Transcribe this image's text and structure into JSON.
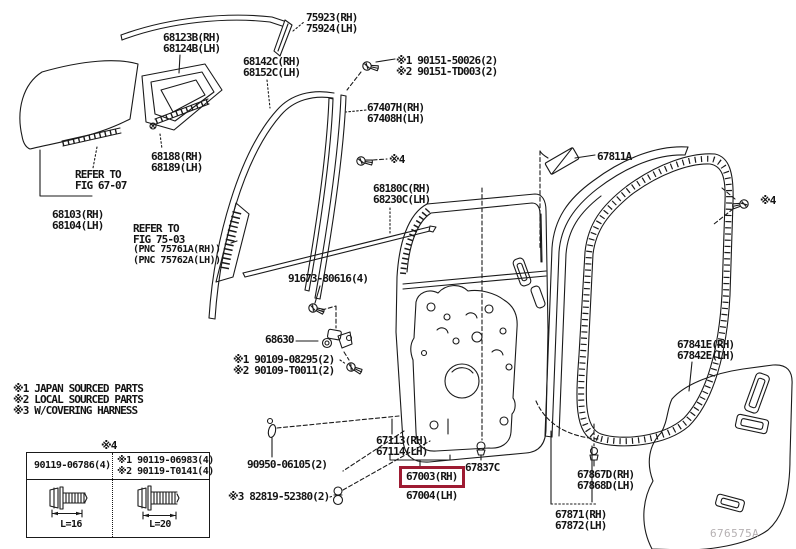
{
  "colors": {
    "line": "#1a1a1a",
    "highlight_box": "#9e1b32",
    "watermark_text": "#b5b0b2",
    "background": "#ffffff"
  },
  "notes": {
    "legend": [
      "※1 JAPAN SOURCED PARTS",
      "※2 LOCAL SOURCED PARTS",
      "※3 W/COVERING HARNESS"
    ],
    "watermark": "676575A"
  },
  "callouts": {
    "roof_side_moulding": {
      "lines": [
        "75923(RH)",
        "75924(LH)"
      ]
    },
    "quarter_frame_moulding": {
      "lines": [
        "68123B(RH)",
        "68124B(LH)"
      ]
    },
    "glass_run": {
      "lines": [
        "68142C(RH)",
        "68152C(LH)"
      ]
    },
    "screws_90151": {
      "lines": [
        "※1 90151-50026(2)",
        "※2 90151-TD003(2)"
      ]
    },
    "guide_channel": {
      "lines": [
        "67407H(RH)",
        "67408H(LH)"
      ]
    },
    "cushion": {
      "lines": [
        "67811A"
      ]
    },
    "star4_upper": {
      "lines": [
        "※4"
      ]
    },
    "star4_right": {
      "lines": [
        "※4"
      ]
    },
    "belt_moulding": {
      "lines": [
        "68180C(RH)",
        "68230C(LH)"
      ]
    },
    "refer_fig_6707": {
      "lines": [
        "REFER TO",
        "FIG 67-07"
      ]
    },
    "quarter_glass": {
      "lines": [
        "68188(RH)",
        "68189(LH)"
      ]
    },
    "door_glass": {
      "lines": [
        "68103(RH)",
        "68104(LH)"
      ]
    },
    "refer_fig_7503": {
      "lines": [
        "REFER TO",
        "FIG 75-03",
        "(PNC 75761A(RH))",
        "(PNC 75762A(LH))"
      ]
    },
    "bolt_91673": {
      "lines": [
        "91673-80616(4)"
      ]
    },
    "lock_68630": {
      "lines": [
        "68630"
      ]
    },
    "screws_90109": {
      "lines": [
        "※1 90109-08295(2)",
        "※2 90109-T0011(2)"
      ]
    },
    "clip_90950": {
      "lines": [
        "90950-06105(2)"
      ]
    },
    "panel_sub": {
      "lines": [
        "67113(RH)",
        "67114(LH)"
      ]
    },
    "door_panel": {
      "lines": [
        "67003(RH)",
        "67004(LH)"
      ]
    },
    "grommet_67837c": {
      "lines": [
        "67837C"
      ]
    },
    "screw_82819": {
      "lines": [
        "※3 82819-52380(2)"
      ]
    },
    "clip_67867d": {
      "lines": [
        "67867D(RH)",
        "67868D(LH)"
      ]
    },
    "weatherstrip_67871": {
      "lines": [
        "67871(RH)",
        "67872(LH)"
      ]
    },
    "cover_67841e": {
      "lines": [
        "67841E(RH)",
        "67842E(LH)"
      ]
    }
  },
  "fastener_table": {
    "header": "※4",
    "left": {
      "part": "90119-06786(4)",
      "length": "L=16"
    },
    "right": {
      "parts": [
        "※1 90119-06983(4)",
        "※2 90119-T0141(4)"
      ],
      "length": "L=20"
    }
  }
}
